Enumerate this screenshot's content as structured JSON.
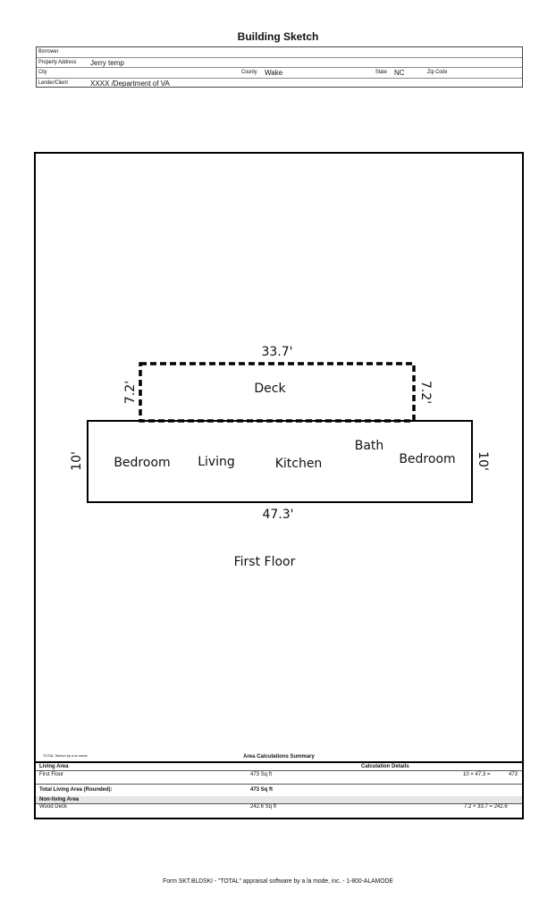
{
  "title": "Building Sketch",
  "header": {
    "borrower_label": "Borrower",
    "borrower_value": "",
    "property_address_label": "Property Address",
    "property_address_value": "Jerry temp",
    "city_label": "City",
    "city_value": "",
    "county_label": "County",
    "county_value": "Wake",
    "state_label": "State",
    "state_value": "NC",
    "zip_label": "Zip Code",
    "zip_value": "",
    "lender_label": "Lender/Client",
    "lender_value": "XXXX /Department of VA"
  },
  "sketch": {
    "deck_width": "33.7'",
    "deck_left_depth": "7.2'",
    "deck_right_depth": "7.2'",
    "deck_label": "Deck",
    "house_left_depth": "10'",
    "house_right_depth": "10'",
    "house_width": "47.3'",
    "rooms": {
      "bedroom1": "Bedroom",
      "living": "Living",
      "kitchen": "Kitchen",
      "bath": "Bath",
      "bedroom2": "Bedroom"
    },
    "floor_label": "First Floor"
  },
  "summary": {
    "software_note": "TOTAL Sketch by a la mode",
    "title": "Area Calculations Summary",
    "living_area_label": "Living Area",
    "calc_details_label": "Calculation Details",
    "first_floor_label": "First Floor",
    "first_floor_area": "473 Sq ft",
    "first_floor_calc": "10  ×  47.3   =",
    "first_floor_result": "473",
    "total_living_label": "Total Living Area (Rounded):",
    "total_living_value": "473 Sq ft",
    "non_living_label": "Non-living Area",
    "wood_deck_label": "Wood Deck",
    "wood_deck_area": "242.6 Sq ft",
    "wood_deck_calc": "7.2  ×  33.7  =  242.6"
  },
  "footer": "Form SKT.BLDSKI - \"TOTAL\" appraisal software by a la mode, inc. - 1-800-ALAMODE"
}
